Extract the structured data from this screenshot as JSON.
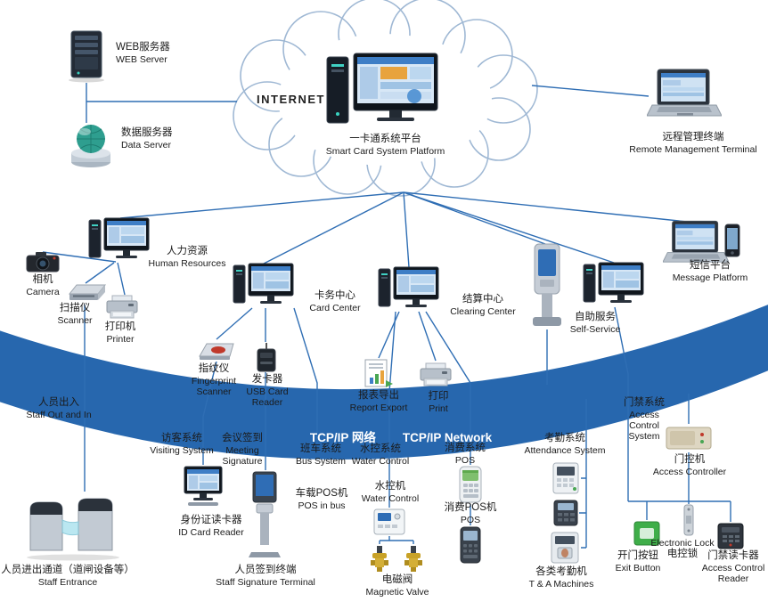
{
  "diagram": {
    "internet": "INTERNET",
    "band": {
      "cn": "TCP/IP 网络",
      "en": "TCP/IP Network"
    }
  },
  "colors": {
    "band": "#2767ae",
    "line": "#2f6eb4",
    "cloud_stroke": "#9fb8d4"
  },
  "nodes": {
    "web_server": {
      "cn": "WEB服务器",
      "en": "WEB Server"
    },
    "data_server": {
      "cn": "数据服务器",
      "en": "Data Server"
    },
    "platform": {
      "cn": "一卡通系统平台",
      "en": "Smart Card System Platform"
    },
    "remote_terminal": {
      "cn": "远程管理终端",
      "en": "Remote Management Terminal"
    },
    "human_resources": {
      "cn": "人力资源",
      "en": "Human Resources"
    },
    "camera": {
      "cn": "相机",
      "en": "Camera"
    },
    "scanner": {
      "cn": "扫描仪",
      "en": "Scanner"
    },
    "printer": {
      "cn": "打印机",
      "en": "Printer"
    },
    "card_center": {
      "cn": "卡务中心",
      "en": "Card Center"
    },
    "fingerprint_scanner": {
      "cn": "指纹仪",
      "en": "Fingerprint Scanner"
    },
    "usb_card_reader": {
      "cn": "发卡器",
      "en": "USB Card Reader"
    },
    "clearing_center": {
      "cn": "结算中心",
      "en": "Clearing Center"
    },
    "report_export": {
      "cn": "报表导出",
      "en": "Report Export"
    },
    "print": {
      "cn": "打印",
      "en": "Print"
    },
    "self_service": {
      "cn": "自助服务",
      "en": "Self-Service"
    },
    "message_platform": {
      "cn": "短信平台",
      "en": "Message Platform"
    },
    "staff_out_in": {
      "cn": "人员出入",
      "en": "Staff Out and In"
    },
    "staff_entrance": {
      "cn": "人员进出通道（道闸设备等）",
      "en": "Staff Entrance"
    },
    "visiting_system": {
      "cn": "访客系统",
      "en": "Visiting System"
    },
    "id_card_reader": {
      "cn": "身份证读卡器",
      "en": "ID Card Reader"
    },
    "meeting_signature": {
      "cn": "会议签到",
      "en": "Meeting Signature"
    },
    "staff_signature_terminal": {
      "cn": "人员签到终端",
      "en": "Staff Signature Terminal"
    },
    "bus_system": {
      "cn": "班车系统",
      "en": "Bus System"
    },
    "pos_in_bus": {
      "cn": "车载POS机",
      "en": "POS in bus"
    },
    "water_control_system": {
      "cn": "水控系统",
      "en": "Water Control"
    },
    "water_controller": {
      "cn": "水控机",
      "en": "Water Control"
    },
    "magnetic_valve": {
      "cn": "电磁阀",
      "en": "Magnetic Valve"
    },
    "pos_system": {
      "cn": "消费系统",
      "en": "POS"
    },
    "pos_machine": {
      "cn": "消费POS机",
      "en": "POS"
    },
    "attendance_system": {
      "cn": "考勤系统",
      "en": "Attendance System"
    },
    "ta_machines": {
      "cn": "各类考勤机",
      "en": "T & A Machines"
    },
    "access_control_system": {
      "cn": "门禁系统",
      "en": "Access Control System"
    },
    "access_controller": {
      "cn": "门控机",
      "en": "Access Controller"
    },
    "exit_button": {
      "cn": "开门按钮",
      "en": "Exit Button"
    },
    "electronic_lock": {
      "cn": "电控锁",
      "en": "Electronic Lock"
    },
    "access_control_reader": {
      "cn": "门禁读卡器",
      "en": "Access Control Reader"
    }
  }
}
